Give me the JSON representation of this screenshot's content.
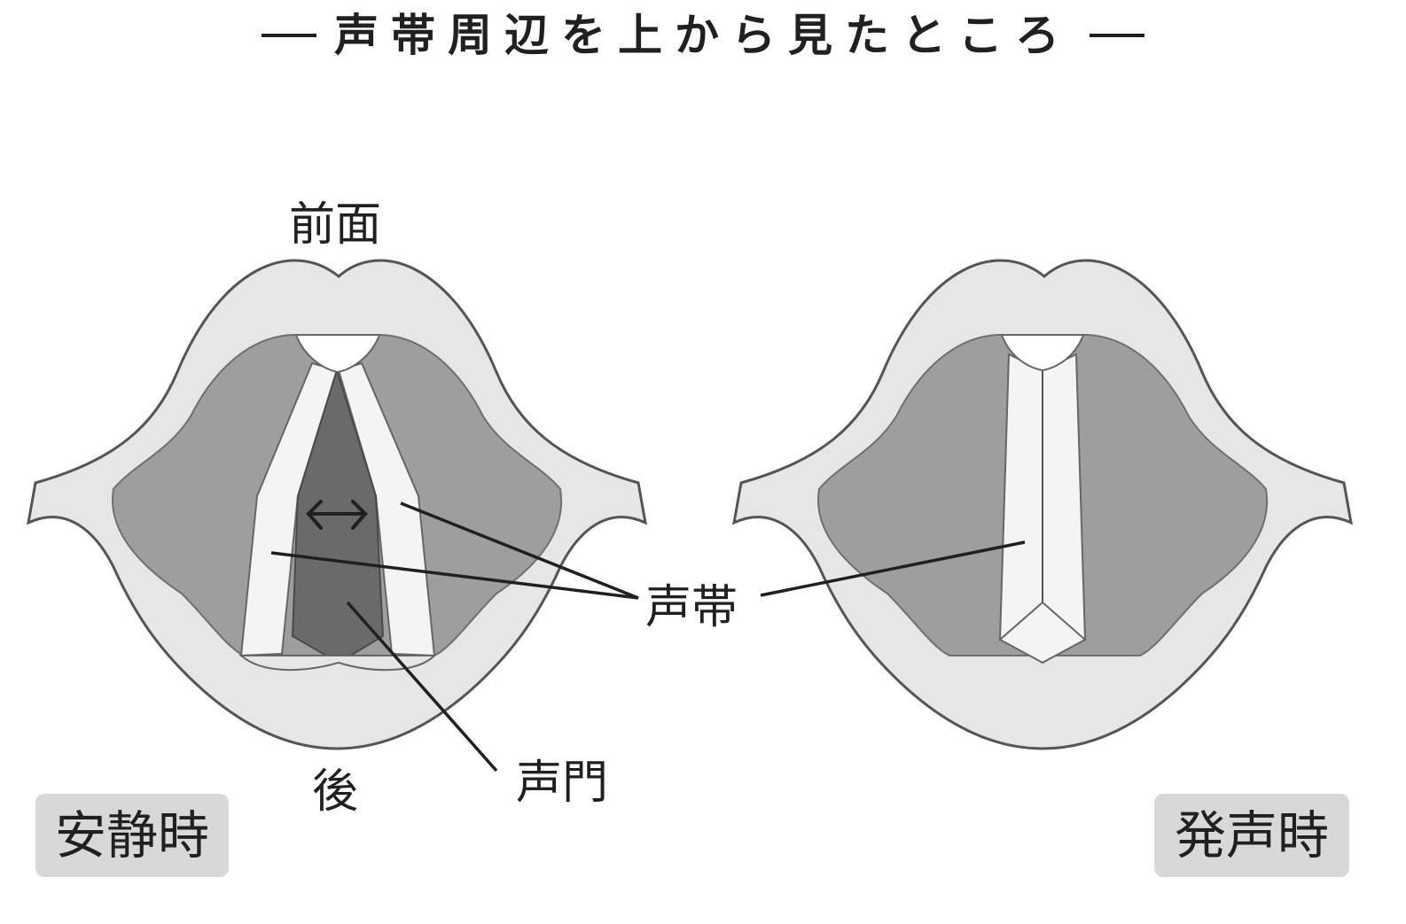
{
  "title": "声帯周辺を上から見たところ",
  "labels": {
    "front": "前面",
    "back": "後",
    "vocal_cords": "声帯",
    "glottis": "声門"
  },
  "states": {
    "rest": "安静時",
    "phonation": "発声時"
  }
}
